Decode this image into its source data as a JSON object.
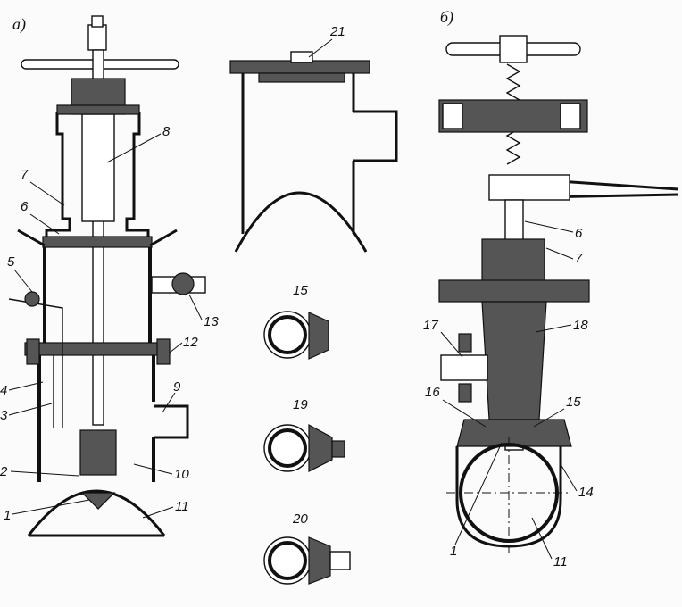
{
  "panel_labels": {
    "a": "а)",
    "b": "б)"
  },
  "labels_a": {
    "l1": "1",
    "l2": "2",
    "l3": "3",
    "l4": "4",
    "l5": "5",
    "l6": "6",
    "l7": "7",
    "l8": "8",
    "l9": "9",
    "l10": "10",
    "l11": "11",
    "l12": "12",
    "l13": "13"
  },
  "labels_mid": {
    "l21": "21",
    "l15": "15",
    "l19": "19",
    "l20": "20"
  },
  "labels_b": {
    "l6": "6",
    "l7": "7",
    "l18": "18",
    "l17": "17",
    "l16": "16",
    "l15": "15",
    "l14": "14",
    "l1": "1",
    "l11": "11"
  }
}
